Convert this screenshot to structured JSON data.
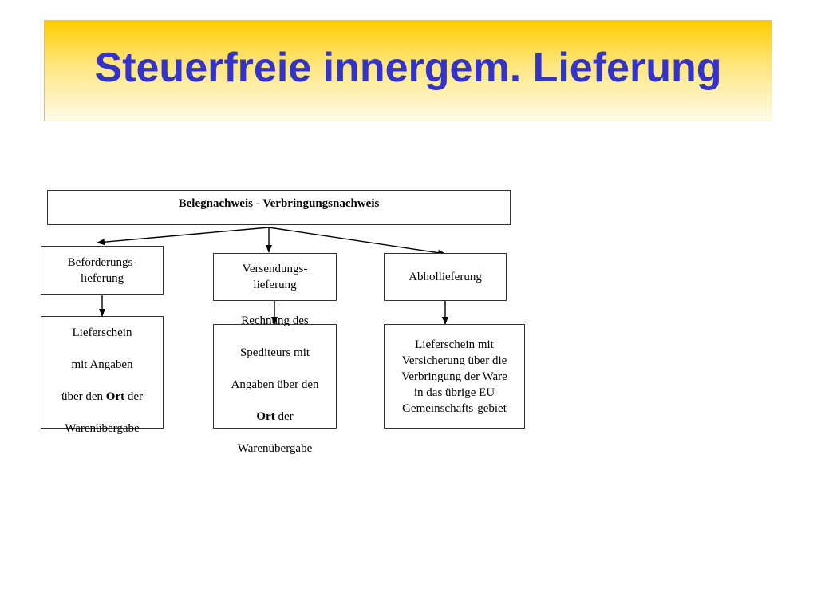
{
  "slide": {
    "title": "Steuerfreie innergem. Lieferung"
  },
  "diagram": {
    "root": "Belegnachweis - Verbringungsnachweis",
    "types": [
      {
        "label": "Beförderungs-\nlieferung"
      },
      {
        "label": "Versendungs-\nlieferung"
      },
      {
        "label": "Abhollieferung"
      }
    ],
    "proofs": [
      {
        "line1": "Lieferschein",
        "line2": "mit Angaben",
        "line3_pre": "über den ",
        "bold": "Ort",
        "line3_post": " der",
        "line4": "Warenübergabe"
      },
      {
        "line1": "Rechnung des",
        "line2": "Spediteurs mit",
        "line3": "Angaben über den",
        "bold": "Ort",
        "line4_post": " der",
        "line5": "Warenübergabe"
      },
      {
        "text": "Lieferschein mit\nVersicherung über die\nVerbringung der Ware\nin das übrige EU\nGemeinschafts-gebiet"
      }
    ]
  }
}
